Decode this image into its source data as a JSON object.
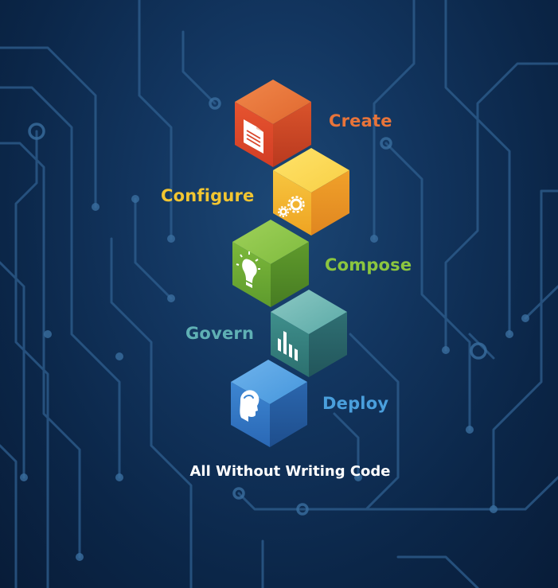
{
  "steps": [
    {
      "label": "Create",
      "color": "#e8743a",
      "icon": "document-icon"
    },
    {
      "label": "Configure",
      "color": "#f2c531",
      "icon": "gears-icon"
    },
    {
      "label": "Compose",
      "color": "#8cc63f",
      "icon": "lightbulb-icon"
    },
    {
      "label": "Govern",
      "color": "#5fb0b4",
      "icon": "bar-chart-icon"
    },
    {
      "label": "Deploy",
      "color": "#4a9fdc",
      "icon": "head-profile-icon"
    }
  ],
  "caption": "All Without Writing Code"
}
